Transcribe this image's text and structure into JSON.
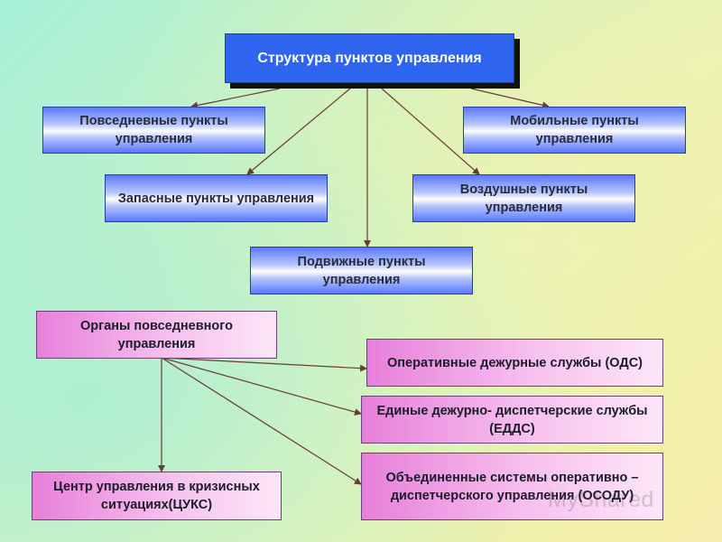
{
  "title": "Структура пунктов управления",
  "control_points": [
    {
      "id": "everyday",
      "label": "Повседневные пункты управления"
    },
    {
      "id": "mobile",
      "label": "Мобильные пункты управления"
    },
    {
      "id": "reserve",
      "label": "Запасные пункты управления"
    },
    {
      "id": "air",
      "label": "Воздушные пункты управления"
    },
    {
      "id": "movable",
      "label": "Подвижные пункты управления"
    }
  ],
  "daily_bodies": {
    "root": "Органы повседневного управления",
    "children": [
      {
        "id": "ods",
        "label": "Оперативные дежурные службы (ОДС)"
      },
      {
        "id": "edds",
        "label": "Единые дежурно- диспетчерские службы (ЕДДС)"
      },
      {
        "id": "ossodu",
        "label": "Объединенные системы оперативно – диспетчерского управления (ОСОДУ)"
      },
      {
        "id": "tsuks",
        "label": "Центр управления в кризисных ситуациях(ЦУКС)"
      }
    ]
  },
  "watermark": "MyShared",
  "colors": {
    "title_box": "#2e64ee",
    "blue_box": "#5a78ff",
    "pink_box": "#e77fda",
    "connector": "#6b3a3a"
  }
}
